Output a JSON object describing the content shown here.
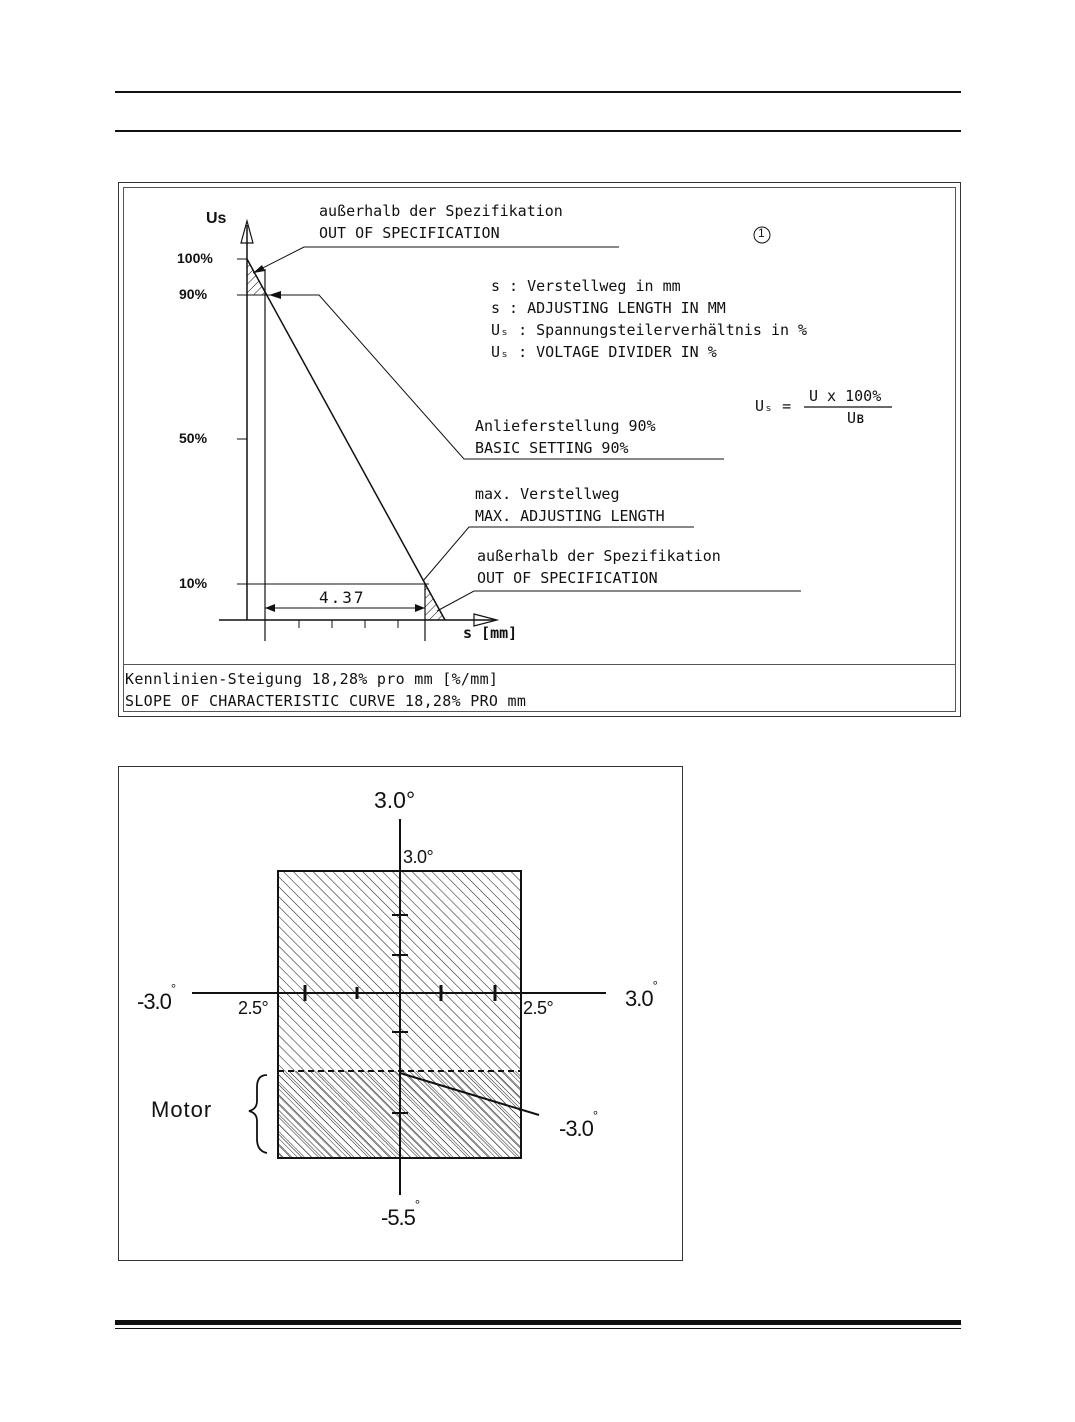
{
  "chart1": {
    "axis_y_label": "Us",
    "axis_x_label": "s [mm]",
    "y_ticks": [
      "100%",
      "90%",
      "50%",
      "10%"
    ],
    "circled_number": "1",
    "note_top_de": "außerhalb der Spezifikation",
    "note_top_en": "OUT OF SPECIFICATION",
    "legend_lines": [
      "s : Verstellweg in mm",
      "s : ADJUSTING LENGTH IN MM",
      "Uₛ : Spannungsteilerverhältnis in %",
      "Uₛ : VOLTAGE DIVIDER IN %"
    ],
    "formula_lhs": "Uₛ =",
    "formula_numerator": "U x 100%",
    "formula_denominator": "Uʙ",
    "basic_setting_de": "Anlieferstellung 90%",
    "basic_setting_en": "BASIC SETTING 90%",
    "max_length_de": "max. Verstellweg",
    "max_length_en": "MAX. ADJUSTING LENGTH",
    "note_bottom_de": "außerhalb der Spezifikation",
    "note_bottom_en": "OUT OF SPECIFICATION",
    "dimension_value": "4.37",
    "caption_de": "Kennlinien-Steigung 18,28% pro mm [%/mm]",
    "caption_en": "SLOPE OF CHARACTERISTIC CURVE 18,28% PRO mm"
  },
  "chart2": {
    "top_outer": "3.0°",
    "top_inner": "3.0°",
    "left_outer": "-3.0",
    "left_outer_sup": "°",
    "left_inner": "2.5°",
    "right_inner": "2.5°",
    "right_outer": "3.0",
    "right_outer_sup": "°",
    "motor_label": "Motor",
    "motor_angle": "-3.0",
    "motor_angle_sup": "°",
    "bottom": "-5.5",
    "bottom_sup": "°"
  }
}
